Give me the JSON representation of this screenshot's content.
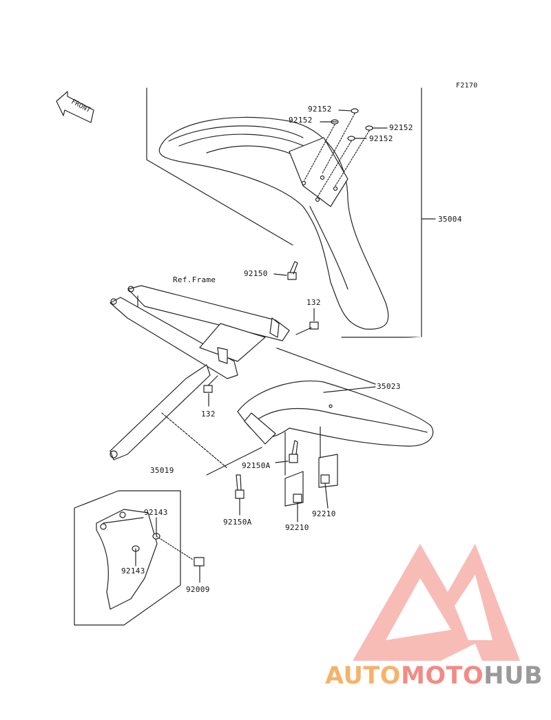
{
  "diagram": {
    "sheet_code": "F2170",
    "front_arrow": "FRONT",
    "ref_label": "Ref.Frame",
    "parts": {
      "p92152_a": "92152",
      "p92152_b": "92152",
      "p92152_c": "92152",
      "p92152_d": "92152",
      "p35004": "35004",
      "p92150": "92150",
      "p132_a": "132",
      "p132_b": "132",
      "p35023": "35023",
      "p35019": "35019",
      "p92150A_a": "92150A",
      "p92150A_b": "92150A",
      "p92210_a": "92210",
      "p92210_b": "92210",
      "p92143_a": "92143",
      "p92143_b": "92143",
      "p92009": "92009"
    }
  },
  "watermark": {
    "part1": "AUTO",
    "part2": "MOTO",
    "part3": "HUB",
    "colors": {
      "orange": "#f6b26b",
      "red": "#f28b86",
      "gray": "#9a9a9a"
    }
  }
}
